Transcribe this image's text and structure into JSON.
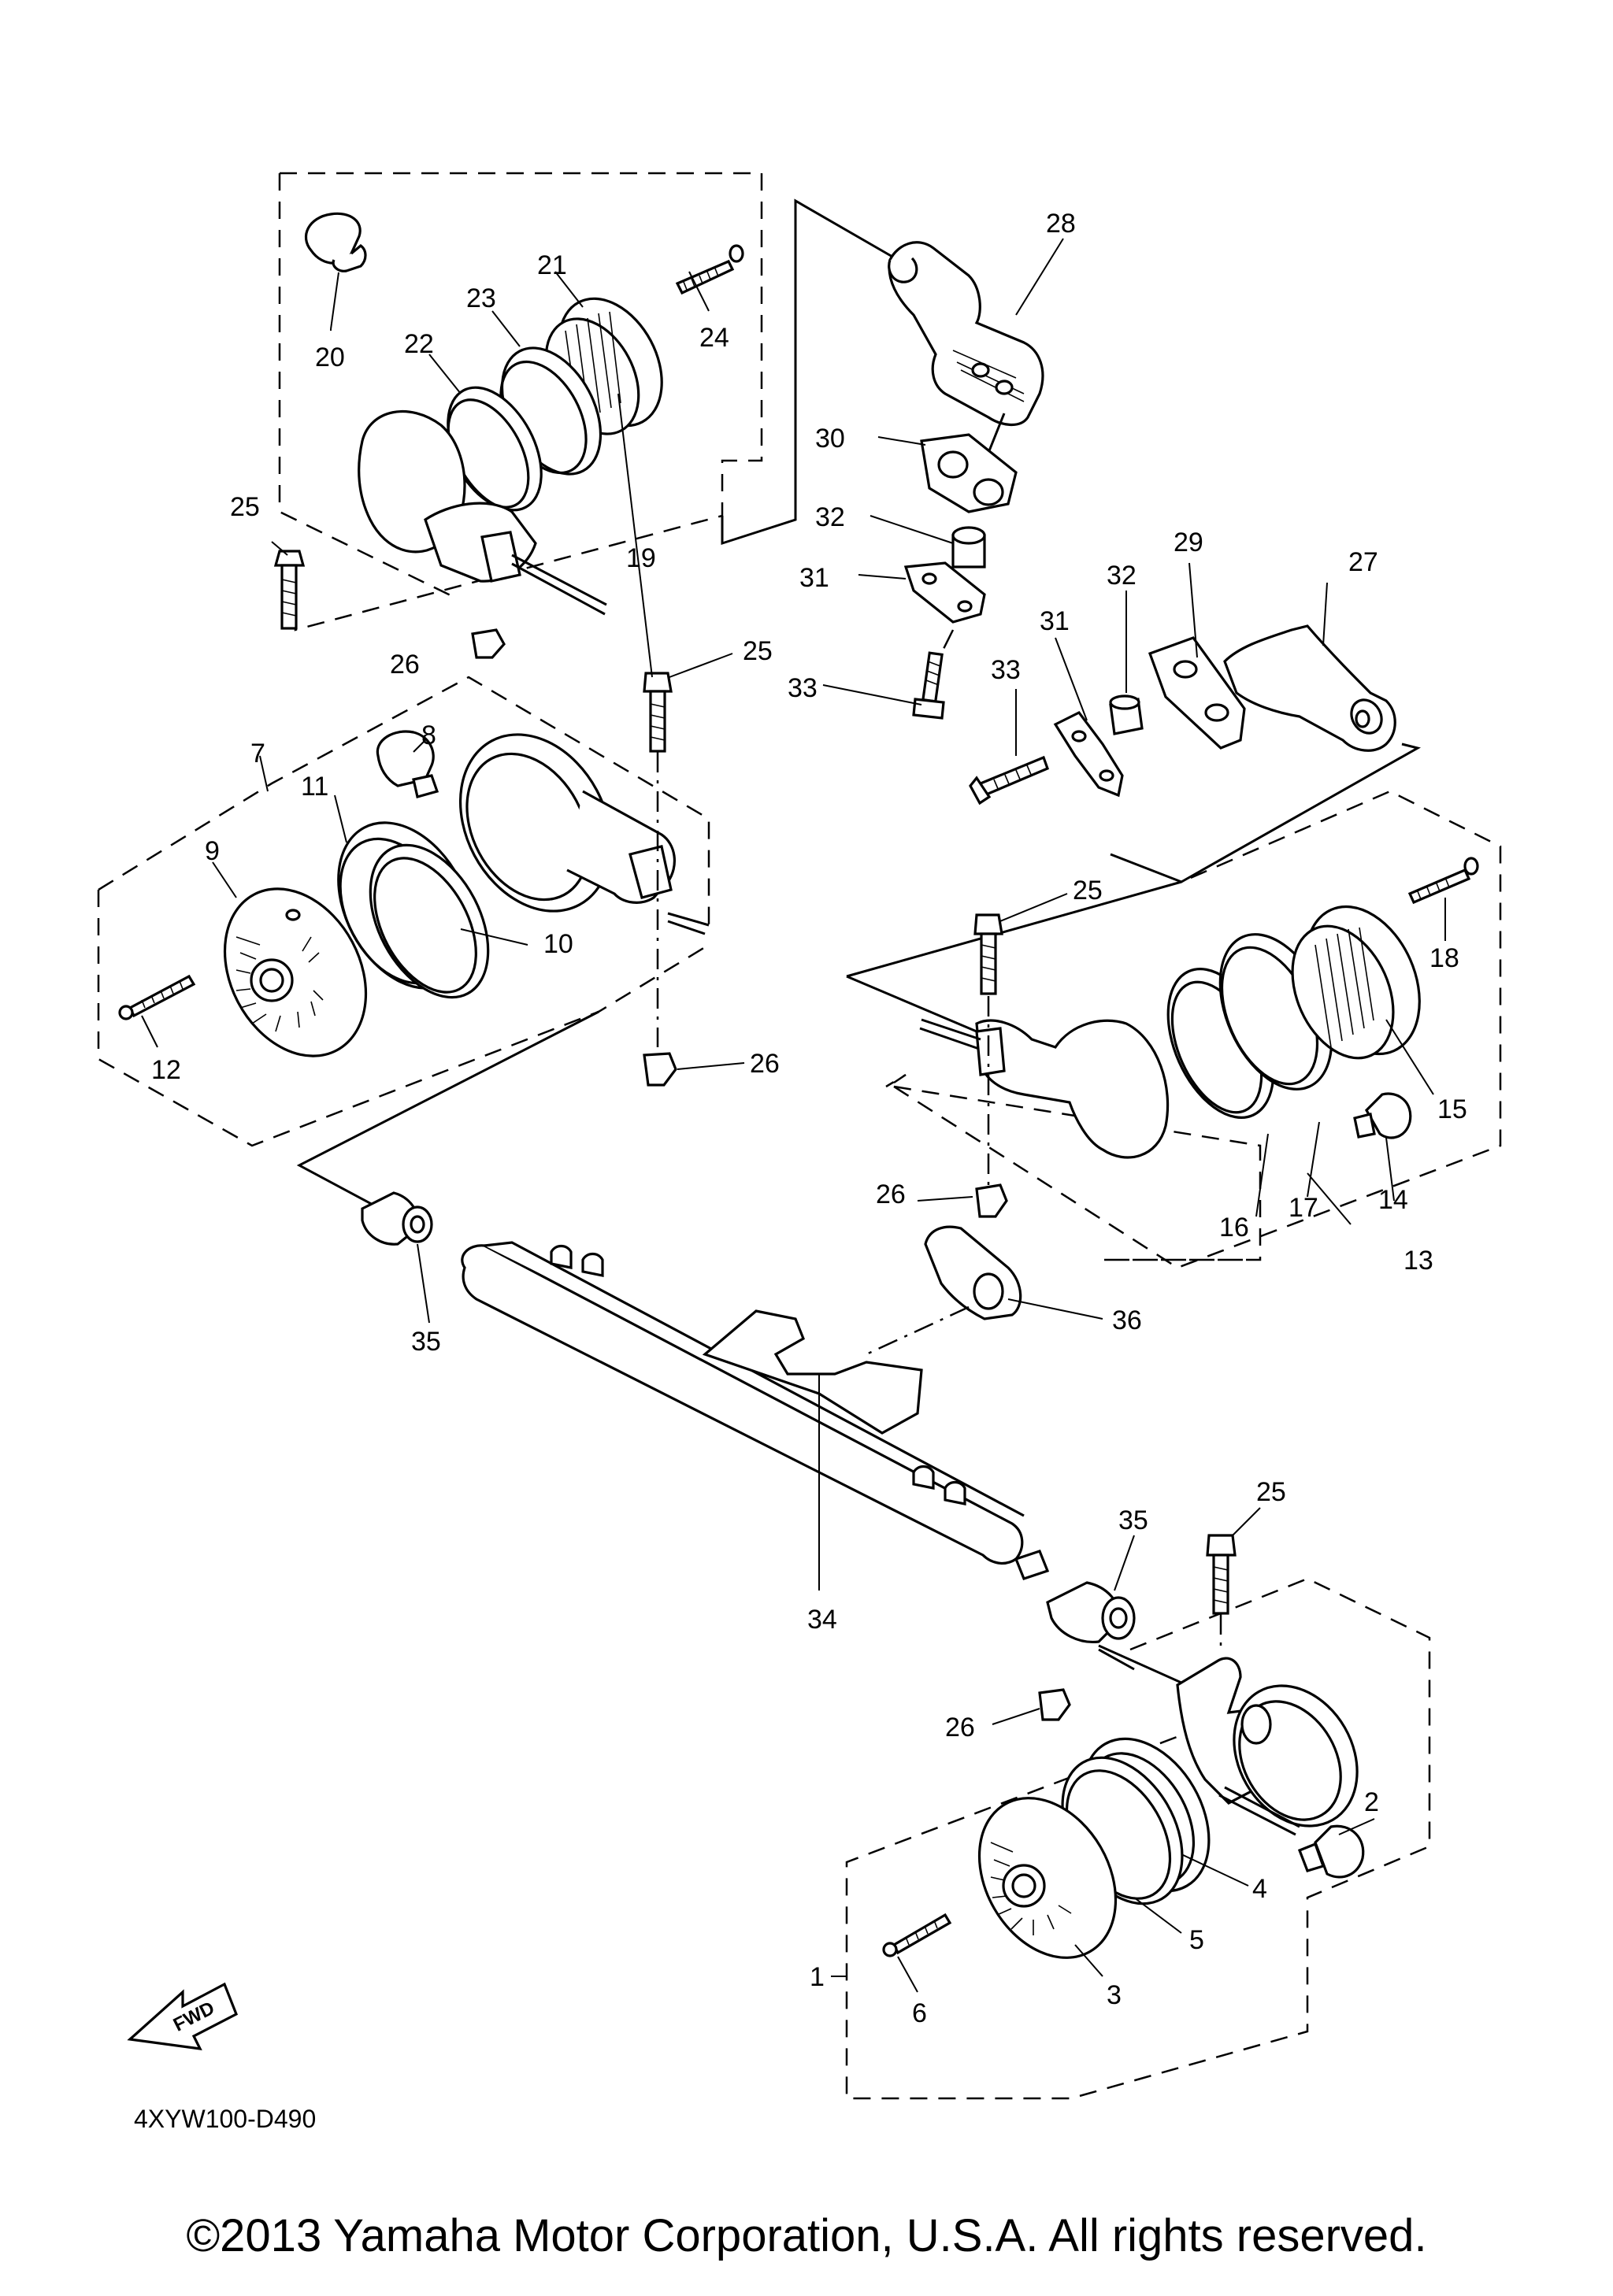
{
  "diagram": {
    "drawing_code": "4XYW100-D490",
    "fwd_label": "FWD",
    "callouts": [
      "1",
      "2",
      "3",
      "4",
      "5",
      "6",
      "7",
      "8",
      "9",
      "10",
      "11",
      "12",
      "13",
      "14",
      "15",
      "16",
      "17",
      "18",
      "19",
      "20",
      "21",
      "22",
      "23",
      "24",
      "25",
      "26",
      "27",
      "28",
      "29",
      "30",
      "31",
      "32",
      "33",
      "34",
      "35",
      "36"
    ]
  },
  "footer": {
    "copyright": "©2013 Yamaha Motor Corporation, U.S.A. All rights reserved."
  }
}
